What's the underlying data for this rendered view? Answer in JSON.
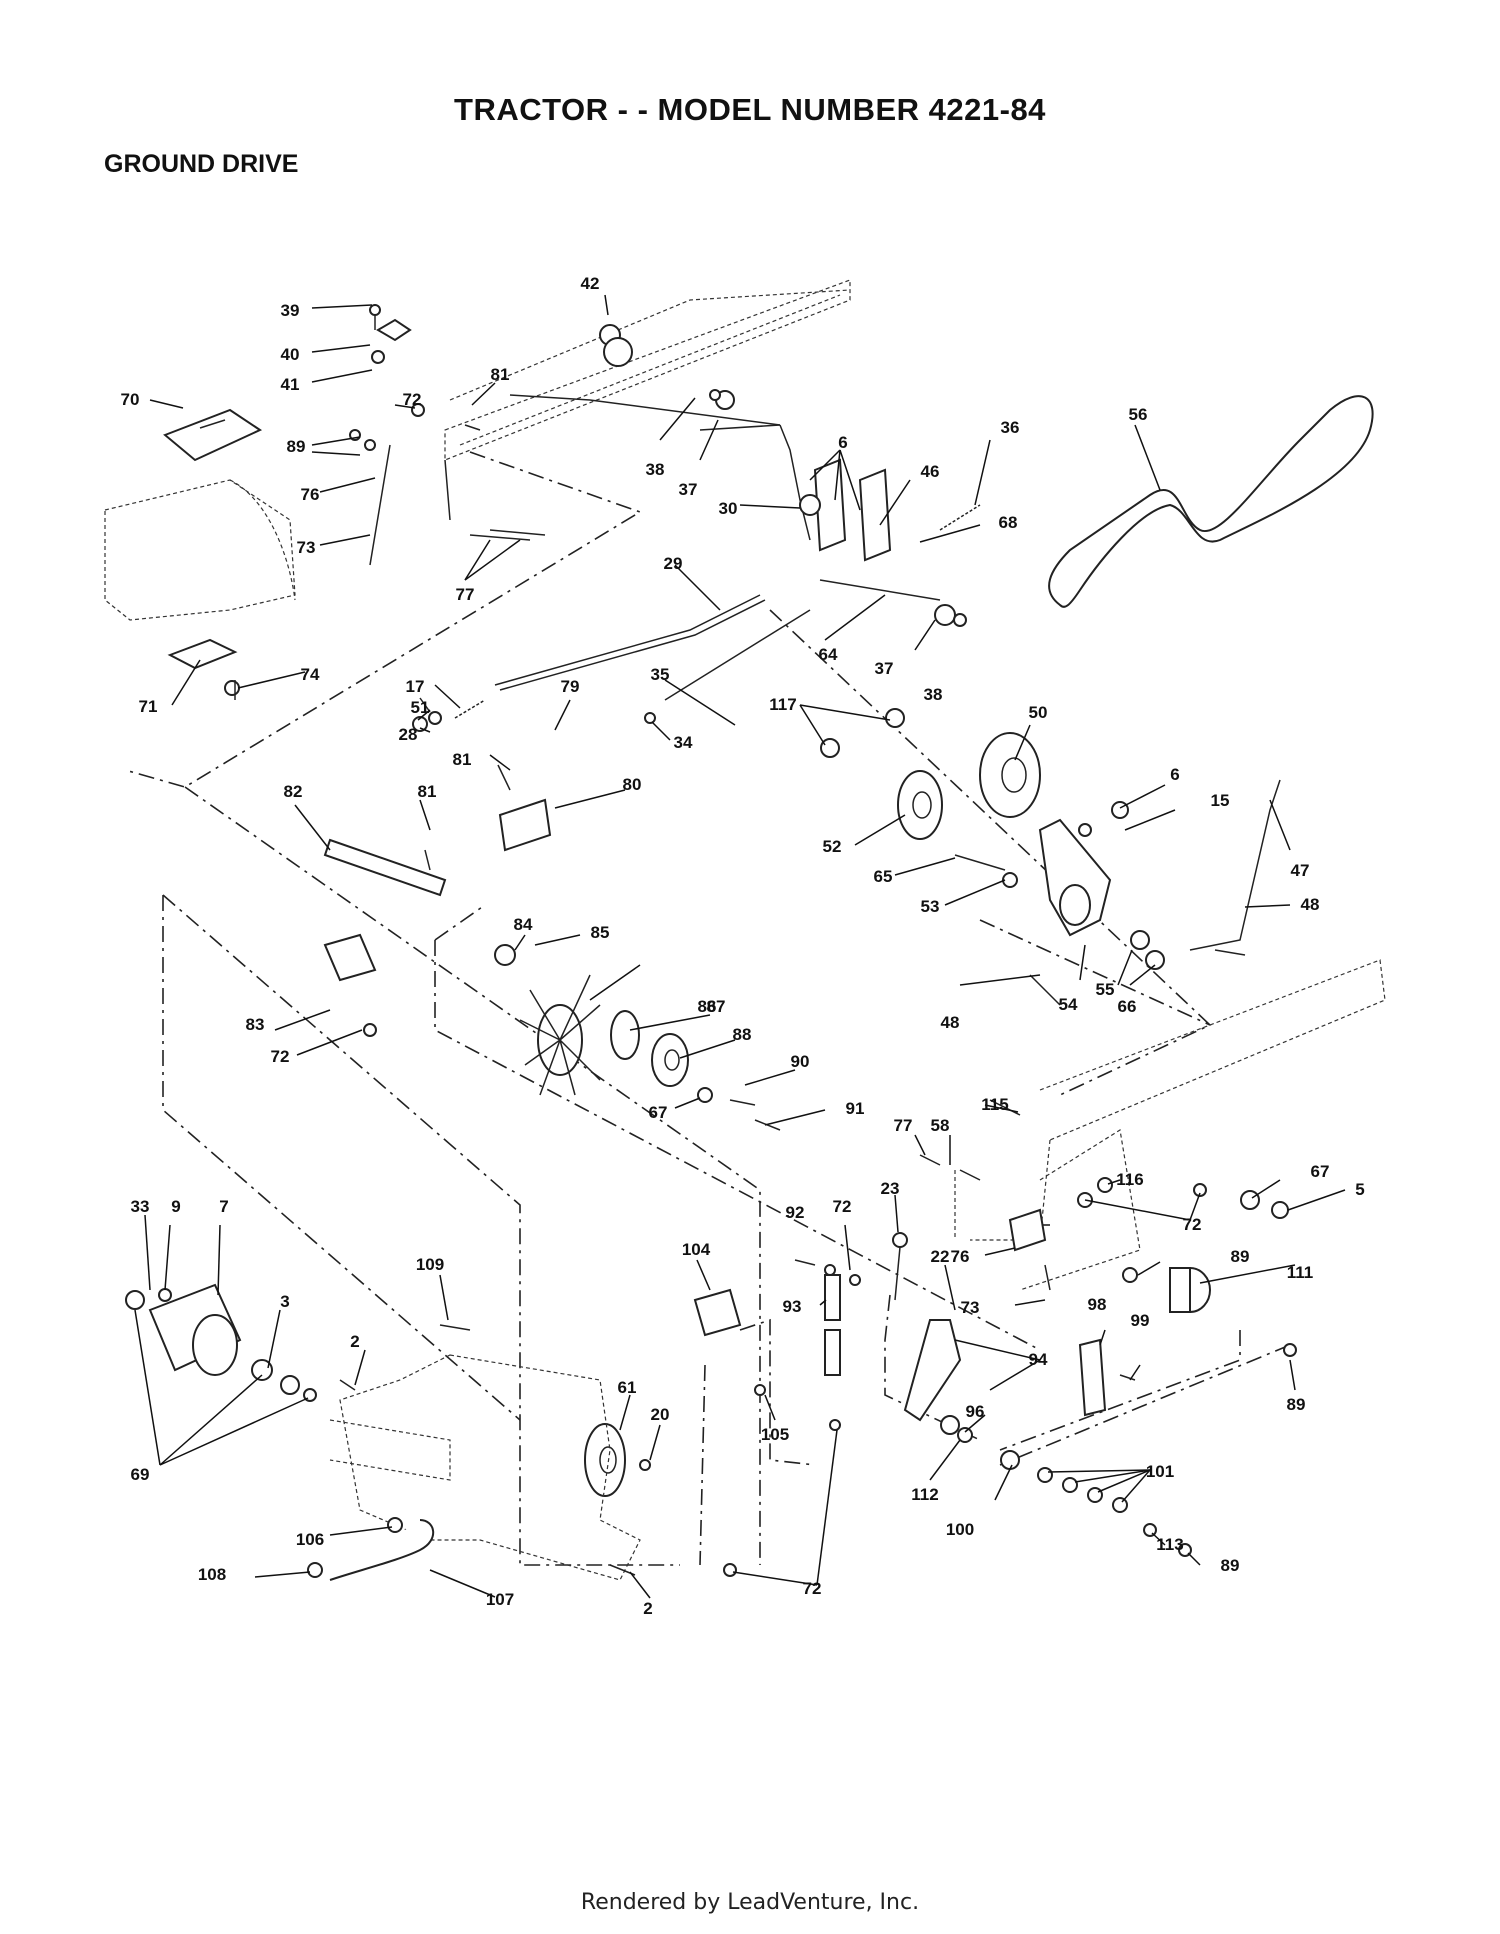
{
  "header": {
    "title": "TRACTOR - - MODEL NUMBER 4221-84",
    "section": "GROUND DRIVE"
  },
  "footer": {
    "credit": "Rendered by LeadVenture, Inc."
  },
  "callouts": [
    {
      "label": "39"
    },
    {
      "label": "40"
    },
    {
      "label": "41"
    },
    {
      "label": "42"
    },
    {
      "label": "70"
    },
    {
      "label": "81"
    },
    {
      "label": "72"
    },
    {
      "label": "89"
    },
    {
      "label": "76"
    },
    {
      "label": "73"
    },
    {
      "label": "77"
    },
    {
      "label": "38"
    },
    {
      "label": "37"
    },
    {
      "label": "6"
    },
    {
      "label": "36"
    },
    {
      "label": "56"
    },
    {
      "label": "46"
    },
    {
      "label": "30"
    },
    {
      "label": "68"
    },
    {
      "label": "29"
    },
    {
      "label": "64"
    },
    {
      "label": "37"
    },
    {
      "label": "38"
    },
    {
      "label": "71"
    },
    {
      "label": "74"
    },
    {
      "label": "17"
    },
    {
      "label": "51"
    },
    {
      "label": "28"
    },
    {
      "label": "79"
    },
    {
      "label": "35"
    },
    {
      "label": "34"
    },
    {
      "label": "117"
    },
    {
      "label": "50"
    },
    {
      "label": "81"
    },
    {
      "label": "80"
    },
    {
      "label": "82"
    },
    {
      "label": "81"
    },
    {
      "label": "6"
    },
    {
      "label": "15"
    },
    {
      "label": "52"
    },
    {
      "label": "47"
    },
    {
      "label": "65"
    },
    {
      "label": "53"
    },
    {
      "label": "48"
    },
    {
      "label": "84"
    },
    {
      "label": "85"
    },
    {
      "label": "86"
    },
    {
      "label": "48"
    },
    {
      "label": "54"
    },
    {
      "label": "55"
    },
    {
      "label": "66"
    },
    {
      "label": "83"
    },
    {
      "label": "87"
    },
    {
      "label": "72"
    },
    {
      "label": "88"
    },
    {
      "label": "90"
    },
    {
      "label": "67"
    },
    {
      "label": "91"
    },
    {
      "label": "115"
    },
    {
      "label": "77"
    },
    {
      "label": "58"
    },
    {
      "label": "116"
    },
    {
      "label": "67"
    },
    {
      "label": "5"
    },
    {
      "label": "72"
    },
    {
      "label": "33"
    },
    {
      "label": "9"
    },
    {
      "label": "7"
    },
    {
      "label": "109"
    },
    {
      "label": "72"
    },
    {
      "label": "92"
    },
    {
      "label": "23"
    },
    {
      "label": "104"
    },
    {
      "label": "22"
    },
    {
      "label": "76"
    },
    {
      "label": "89"
    },
    {
      "label": "111"
    },
    {
      "label": "3"
    },
    {
      "label": "93"
    },
    {
      "label": "73"
    },
    {
      "label": "98"
    },
    {
      "label": "99"
    },
    {
      "label": "2"
    },
    {
      "label": "94"
    },
    {
      "label": "61"
    },
    {
      "label": "20"
    },
    {
      "label": "89"
    },
    {
      "label": "69"
    },
    {
      "label": "105"
    },
    {
      "label": "96"
    },
    {
      "label": "101"
    },
    {
      "label": "112"
    },
    {
      "label": "100"
    },
    {
      "label": "106"
    },
    {
      "label": "113"
    },
    {
      "label": "89"
    },
    {
      "label": "108"
    },
    {
      "label": "107"
    },
    {
      "label": "72"
    },
    {
      "label": "2"
    }
  ]
}
